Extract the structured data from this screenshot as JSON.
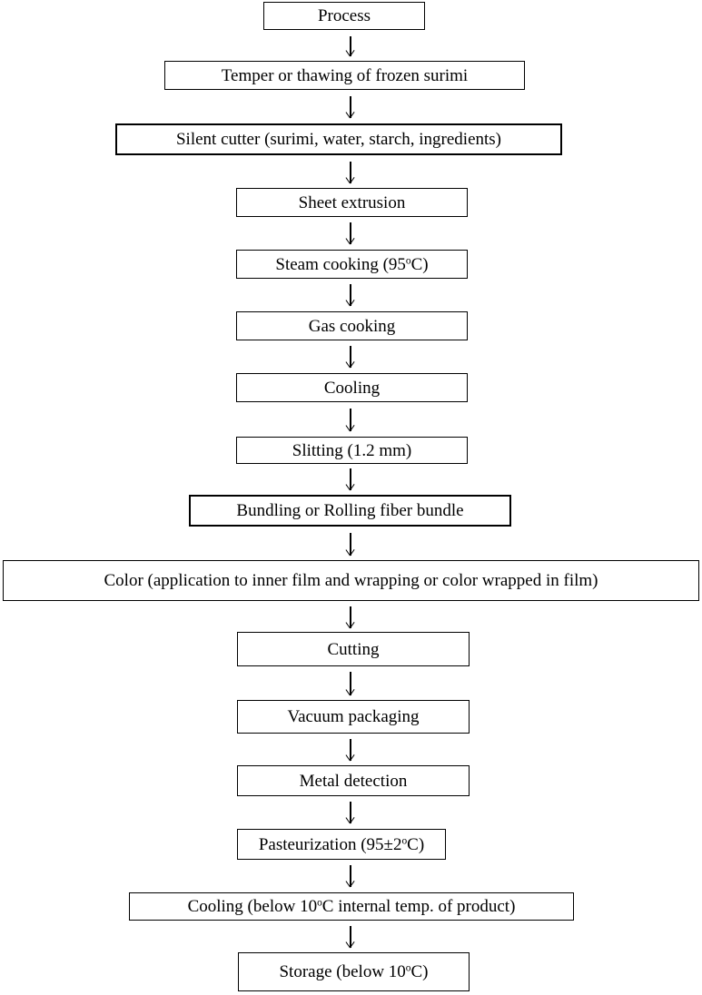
{
  "flowchart": {
    "steps": [
      {
        "pre": "Process",
        "sup": "",
        "post": ""
      },
      {
        "pre": "Temper or thawing of frozen surimi",
        "sup": "",
        "post": ""
      },
      {
        "pre": "Silent cutter (surimi, water, starch, ingredients)",
        "sup": "",
        "post": ""
      },
      {
        "pre": "Sheet extrusion",
        "sup": "",
        "post": ""
      },
      {
        "pre": "Steam cooking (95",
        "sup": "o",
        "post": "C)"
      },
      {
        "pre": "Gas cooking",
        "sup": "",
        "post": ""
      },
      {
        "pre": "Cooling",
        "sup": "",
        "post": ""
      },
      {
        "pre": "Slitting (1.2 mm)",
        "sup": "",
        "post": ""
      },
      {
        "pre": "Bundling or Rolling fiber bundle",
        "sup": "",
        "post": ""
      },
      {
        "pre": "Color (application to inner film and wrapping or color wrapped in film)",
        "sup": "",
        "post": ""
      },
      {
        "pre": "Cutting",
        "sup": "",
        "post": ""
      },
      {
        "pre": "Vacuum packaging",
        "sup": "",
        "post": ""
      },
      {
        "pre": "Metal detection",
        "sup": "",
        "post": ""
      },
      {
        "pre": "Pasteurization (95±2",
        "sup": "o",
        "post": "C)"
      },
      {
        "pre": "Cooling (below 10",
        "sup": "o",
        "post": "C internal temp. of product)"
      },
      {
        "pre": "Storage (below 10",
        "sup": "o",
        "post": "C)"
      }
    ]
  }
}
